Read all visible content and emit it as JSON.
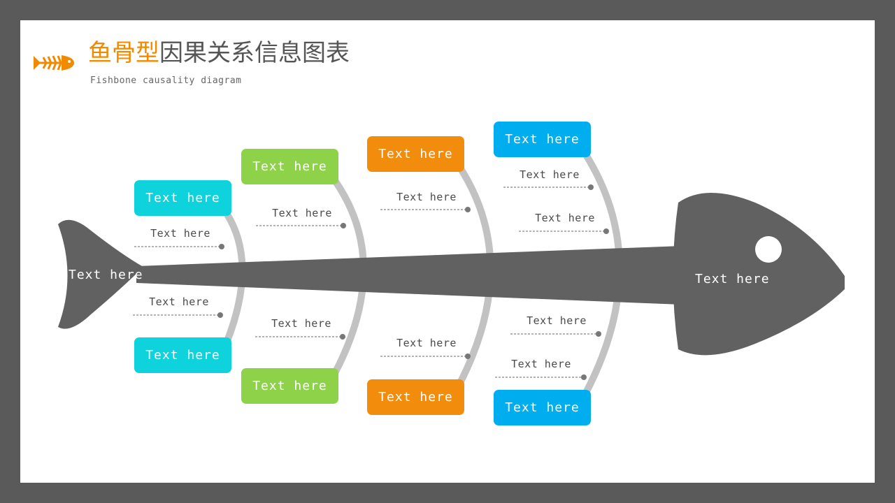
{
  "header": {
    "title_highlight": "鱼骨型",
    "title_rest": "因果关系信息图表",
    "subtitle": "Fishbone causality diagram"
  },
  "colors": {
    "cyan": "#0ed2dc",
    "green": "#8ed24a",
    "orange": "#f28c0c",
    "blue": "#00aeef",
    "fish": "#616161",
    "bone": "#c2c2c2",
    "accent": "#f08a00"
  },
  "icons": {
    "logo": "fish-skeleton-icon"
  },
  "diagram": {
    "tail_label": "Text here",
    "head_label": "Text here",
    "ribs": [
      {
        "color": "cyan",
        "top": {
          "box": "Text here",
          "note": "Text here"
        },
        "bottom": {
          "box": "Text here",
          "note": "Text here"
        }
      },
      {
        "color": "green",
        "top": {
          "box": "Text here",
          "note": "Text here"
        },
        "bottom": {
          "box": "Text here",
          "note": "Text here"
        }
      },
      {
        "color": "orange",
        "top": {
          "box": "Text here",
          "note": "Text here"
        },
        "bottom": {
          "box": "Text here",
          "note": "Text here"
        }
      },
      {
        "color": "blue",
        "top": {
          "box": "Text here",
          "notes": [
            "Text here",
            "Text here"
          ]
        },
        "bottom": {
          "box": "Text here",
          "notes": [
            "Text here",
            "Text here"
          ]
        }
      }
    ]
  }
}
